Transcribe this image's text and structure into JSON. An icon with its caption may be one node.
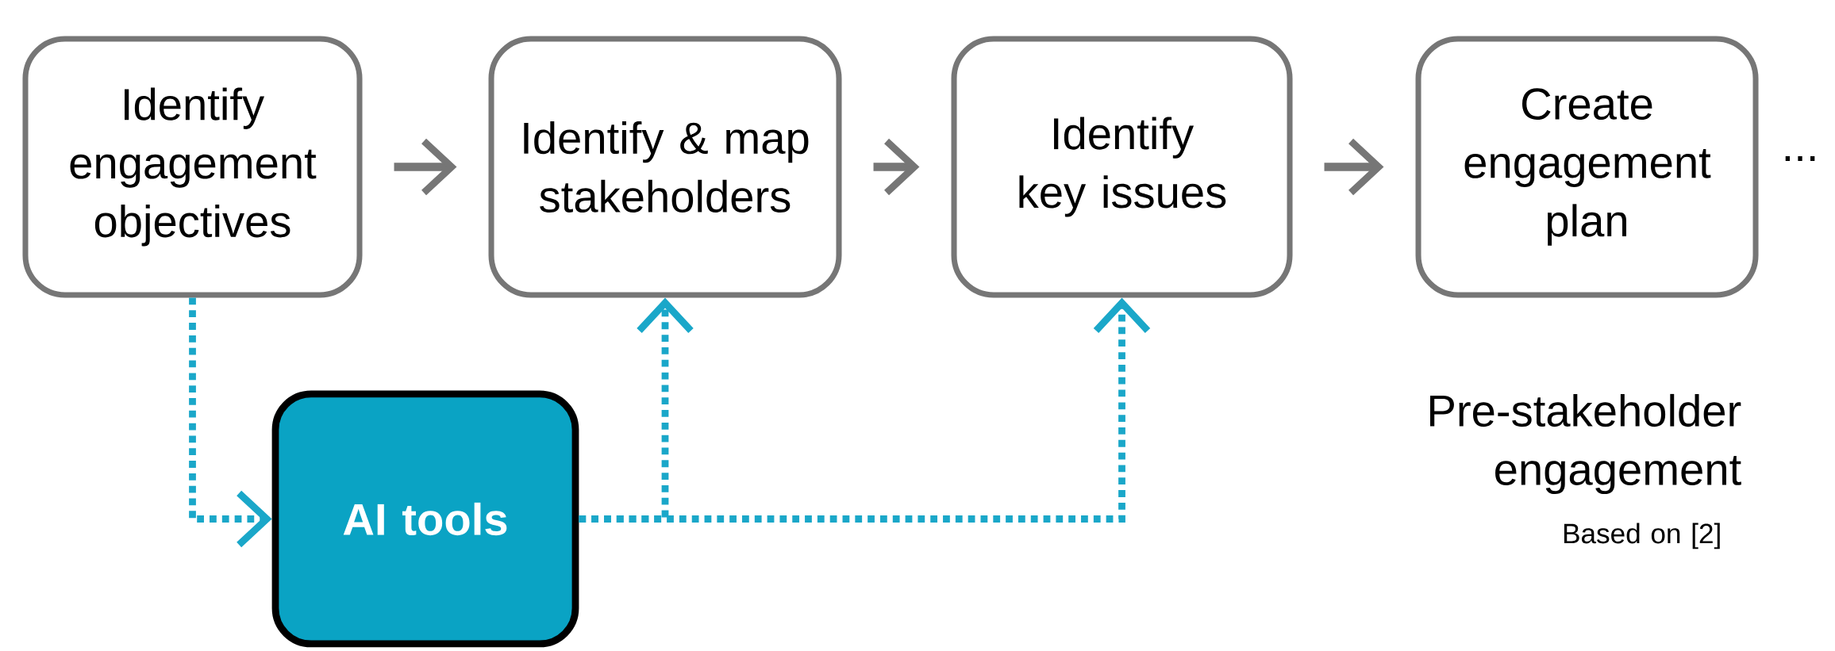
{
  "diagram": {
    "nodes": [
      {
        "text": [
          "Identify engagement objectives"
        ]
      },
      {
        "text": [
          "Identify & map stakeholders"
        ]
      },
      {
        "text": [
          "Identify key issues"
        ]
      },
      {
        "text": [
          "Create engagement plan"
        ]
      },
      {
        "text": [
          "AI tools"
        ]
      }
    ],
    "edges": [
      {
        "from": 0,
        "to": 1,
        "arrow": "to"
      },
      {
        "from": 1,
        "to": 2,
        "arrow": "to"
      },
      {
        "from": 2,
        "to": 3,
        "arrow": "to"
      },
      {
        "from": 0,
        "to": 4,
        "arrow": "to",
        "style": "dashed",
        "color": "#1aa7c9"
      },
      {
        "from": 4,
        "to": 1,
        "arrow": "to",
        "style": "dashed",
        "color": "#1aa7c9"
      },
      {
        "from": 4,
        "to": 2,
        "arrow": "to",
        "style": "dashed",
        "color": "#1aa7c9"
      }
    ],
    "labels": [
      "...",
      "Pre-stakeholder engagement",
      "Based on [2]"
    ]
  }
}
